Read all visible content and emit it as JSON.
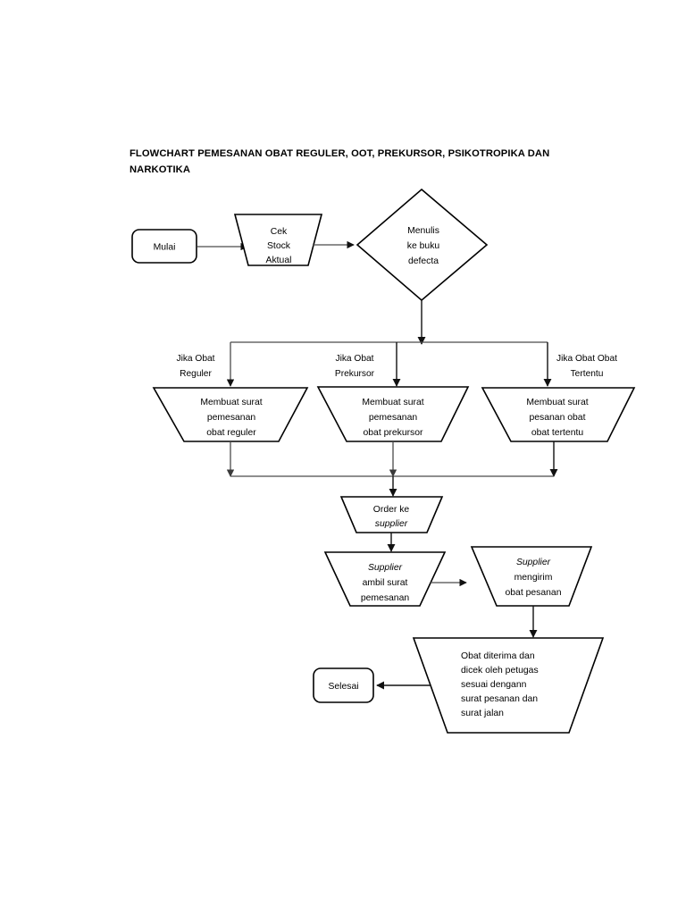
{
  "document": {
    "title_line_1": "FLOWCHART PEMESANAN OBAT REGULER, OOT, PREKURSOR, PSIKOTROPIKA DAN",
    "title_line_2": "NARKOTIKA",
    "title_full": "FLOWCHART PEMESANAN OBAT REGULER, OOT, PREKURSOR, PSIKOTROPIKA DAN NARKOTIKA",
    "background_color": "#ffffff",
    "ink_color": "#000000"
  },
  "flowchart": {
    "nodes": {
      "start": {
        "id": "start",
        "shape": "rounded-rectangle",
        "label": "Mulai"
      },
      "cek_stock": {
        "id": "cek_stock",
        "shape": "trapezoid",
        "line_1": "Cek",
        "line_2": "Stock",
        "line_3": "Aktual"
      },
      "menulis_defecta": {
        "id": "menulis_defecta",
        "shape": "diamond",
        "line_1": "Menulis",
        "line_2": "ke buku",
        "line_3": "defecta"
      },
      "surat_reguler": {
        "id": "surat_reguler",
        "shape": "trapezoid",
        "line_1": "Membuat surat",
        "line_2": "pemesanan",
        "line_3": "obat reguler"
      },
      "surat_prekursor": {
        "id": "surat_prekursor",
        "shape": "trapezoid",
        "line_1": "Membuat surat",
        "line_2": "pemesanan",
        "line_3": "obat prekursor"
      },
      "surat_tertentu": {
        "id": "surat_tertentu",
        "shape": "trapezoid",
        "line_1": "Membuat surat",
        "line_2": "pesanan obat",
        "line_3": "obat tertentu"
      },
      "order_supplier": {
        "id": "order_supplier",
        "shape": "trapezoid",
        "line_1": "Order ke",
        "line_2_italic": "supplier"
      },
      "supplier_ambil": {
        "id": "supplier_ambil",
        "shape": "trapezoid",
        "line_1_italic": "Supplier",
        "line_2": "ambil surat",
        "line_3": "pemesanan"
      },
      "supplier_mengirim": {
        "id": "supplier_mengirim",
        "shape": "trapezoid",
        "line_1_italic": "Supplier",
        "line_2": "mengirim",
        "line_3": "obat pesanan"
      },
      "obat_diterima": {
        "id": "obat_diterima",
        "shape": "trapezoid",
        "line_1": "Obat diterima dan",
        "line_2": "dicek oleh petugas",
        "line_3": "sesuai dengann",
        "line_4": "surat pesanan dan",
        "line_5": "surat jalan"
      },
      "end": {
        "id": "end",
        "shape": "rounded-rectangle",
        "label": "Selesai"
      }
    },
    "branch_labels": {
      "left": {
        "line_1": "Jika Obat",
        "line_2": "Reguler"
      },
      "middle": {
        "line_1": "Jika Obat",
        "line_2": "Prekursor"
      },
      "right": {
        "line_1": "Jika Obat Obat",
        "line_2": "Tertentu"
      }
    },
    "edges": [
      {
        "from": "start",
        "to": "cek_stock",
        "label": ""
      },
      {
        "from": "cek_stock",
        "to": "menulis_defecta",
        "label": ""
      },
      {
        "from": "menulis_defecta",
        "to": "surat_reguler",
        "label": "Jika Obat Reguler"
      },
      {
        "from": "menulis_defecta",
        "to": "surat_prekursor",
        "label": "Jika Obat Prekursor"
      },
      {
        "from": "menulis_defecta",
        "to": "surat_tertentu",
        "label": "Jika Obat Obat Tertentu"
      },
      {
        "from": "surat_reguler",
        "to": "order_supplier",
        "label": ""
      },
      {
        "from": "surat_prekursor",
        "to": "order_supplier",
        "label": ""
      },
      {
        "from": "surat_tertentu",
        "to": "order_supplier",
        "label": ""
      },
      {
        "from": "order_supplier",
        "to": "supplier_ambil",
        "label": ""
      },
      {
        "from": "supplier_ambil",
        "to": "supplier_mengirim",
        "label": ""
      },
      {
        "from": "supplier_mengirim",
        "to": "obat_diterima",
        "label": ""
      },
      {
        "from": "obat_diterima",
        "to": "end",
        "label": ""
      }
    ]
  }
}
